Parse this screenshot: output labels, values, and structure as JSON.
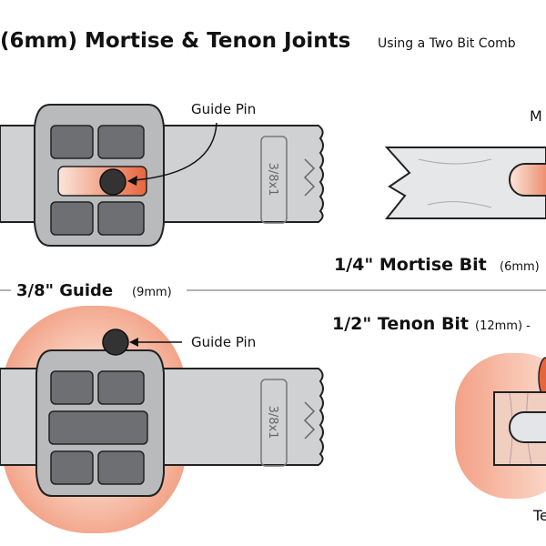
{
  "title": {
    "main": "(6mm) Mortise & Tenon Joints",
    "subtitle": "Using a Two Bit Comb"
  },
  "top_section": {
    "guide_pin_label": "Guide Pin",
    "template_marking": "3/8x1",
    "mortise_label_partial": "M",
    "bit_label": "1/4\" Mortise Bit",
    "bit_size": "(6mm)"
  },
  "divider": {
    "guide_label": "3/8\" Guide",
    "guide_size": "(9mm)"
  },
  "bottom_section": {
    "guide_pin_label": "Guide Pin",
    "template_marking": "3/8x1",
    "bit_label": "1/2\" Tenon Bit",
    "bit_size": "(12mm) -",
    "tenon_label_partial": "Te"
  },
  "colors": {
    "board": "#d0d1d3",
    "guide": "#b9babc",
    "slot_orange": "#e8643c",
    "glow": "#f5b49c",
    "pin": "#333333"
  }
}
